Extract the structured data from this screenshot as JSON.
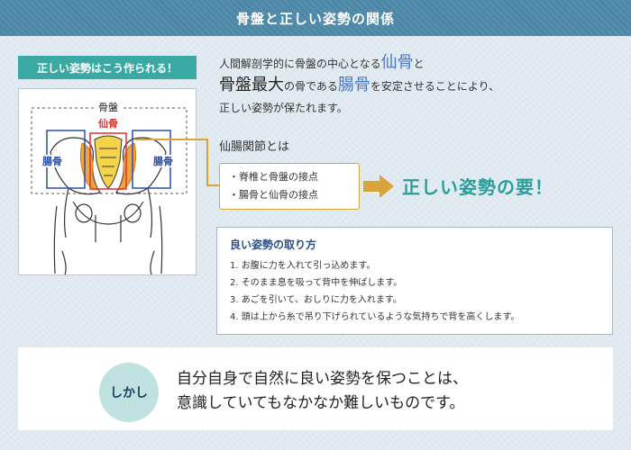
{
  "header": {
    "title": "骨盤と正しい姿勢の関係"
  },
  "left": {
    "label": "正しい姿勢はこう作られる！",
    "figure": {
      "pelvis_label": "骨盤",
      "sacrum_label": "仙骨",
      "ilium_left_label": "腸骨",
      "ilium_right_label": "腸骨"
    }
  },
  "intro": {
    "line1_pre": "人間解剖学的に骨盤の中心となる",
    "line1_highlight": "仙骨",
    "line1_post": "と",
    "line2_big": "骨盤最大",
    "line2_mid": "の骨である",
    "line2_highlight": "腸骨",
    "line2_post": "を安定させることにより、",
    "line3": "正しい姿勢が保たれます。"
  },
  "joint": {
    "heading": "仙腸関節とは",
    "points": [
      "・脊椎と骨盤の接点",
      "・腸骨と仙骨の接点"
    ],
    "conclusion": "正しい姿勢の要！"
  },
  "posture": {
    "title": "良い姿勢の取り方",
    "items": [
      "1. お腹に力を入れて引っ込めます。",
      "2. そのまま息を吸って背中を伸ばします。",
      "3. あごを引いて、おしりに力を入れます。",
      "4. 頭は上から糸で吊り下げられているような気持ちで背を高くします。"
    ]
  },
  "bottom": {
    "badge": "しかし",
    "line1": "自分自身で自然に良い姿勢を保つことは、",
    "line2": "意識していてもなかなか難しいものです。"
  },
  "colors": {
    "header_bg": "#4c87a8",
    "teal": "#3aa9a3",
    "gold": "#d9a43a",
    "blue": "#4b79c4",
    "sacrum_red": "#e0312a",
    "ilium_blue": "#2b4fa8"
  }
}
